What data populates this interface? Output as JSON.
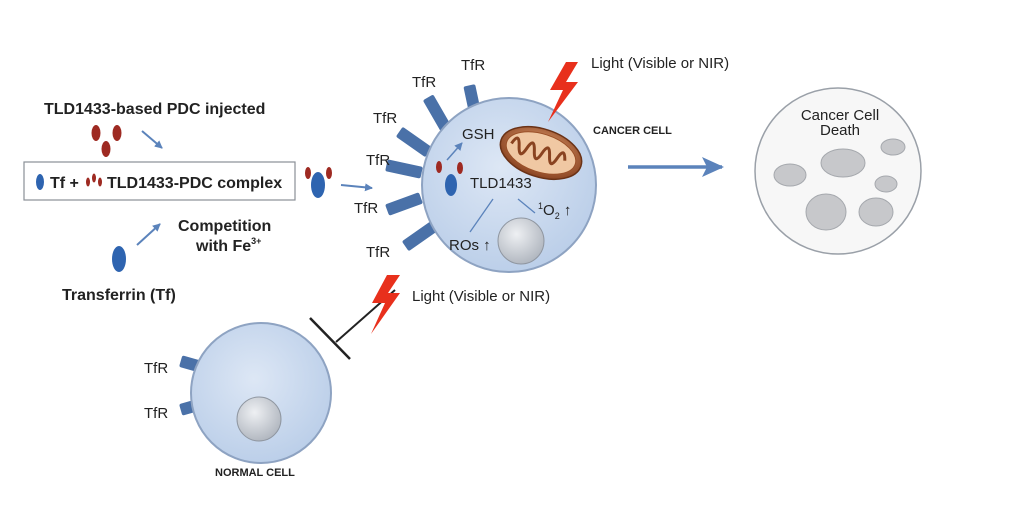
{
  "inputs": {
    "pdc_injected": "TLD1433-based PDC injected",
    "complex_tf": "Tf +",
    "complex_pdc": "TLD1433-PDC complex",
    "competition_line1": "Competition",
    "competition_line2": "with Fe",
    "competition_sup": "3+",
    "transferrin": "Transferrin (Tf)"
  },
  "cancer_cell": {
    "label": "CANCER CELL",
    "receptor_label": "TfR",
    "gsh": "GSH",
    "drug": "TLD1433",
    "singlet_sup": "1",
    "singlet_base": "O",
    "singlet_sub": "2",
    "ros": "ROs",
    "light": "Light (Visible or NIR)"
  },
  "normal_cell": {
    "label": "NORMAL CELL",
    "receptor_label": "TfR",
    "light": "Light (Visible or NIR)"
  },
  "death": {
    "line1": "Cancer Cell",
    "line2": "Death"
  },
  "colors": {
    "tf_blue": "#2e64b0",
    "pdc_red": "#9e2a22",
    "cell_fill": "#c9d8ee",
    "cell_stroke": "#8ea3c2",
    "receptor": "#4a71a8",
    "lightning": "#e8301c",
    "arrow": "#5b83bb"
  }
}
